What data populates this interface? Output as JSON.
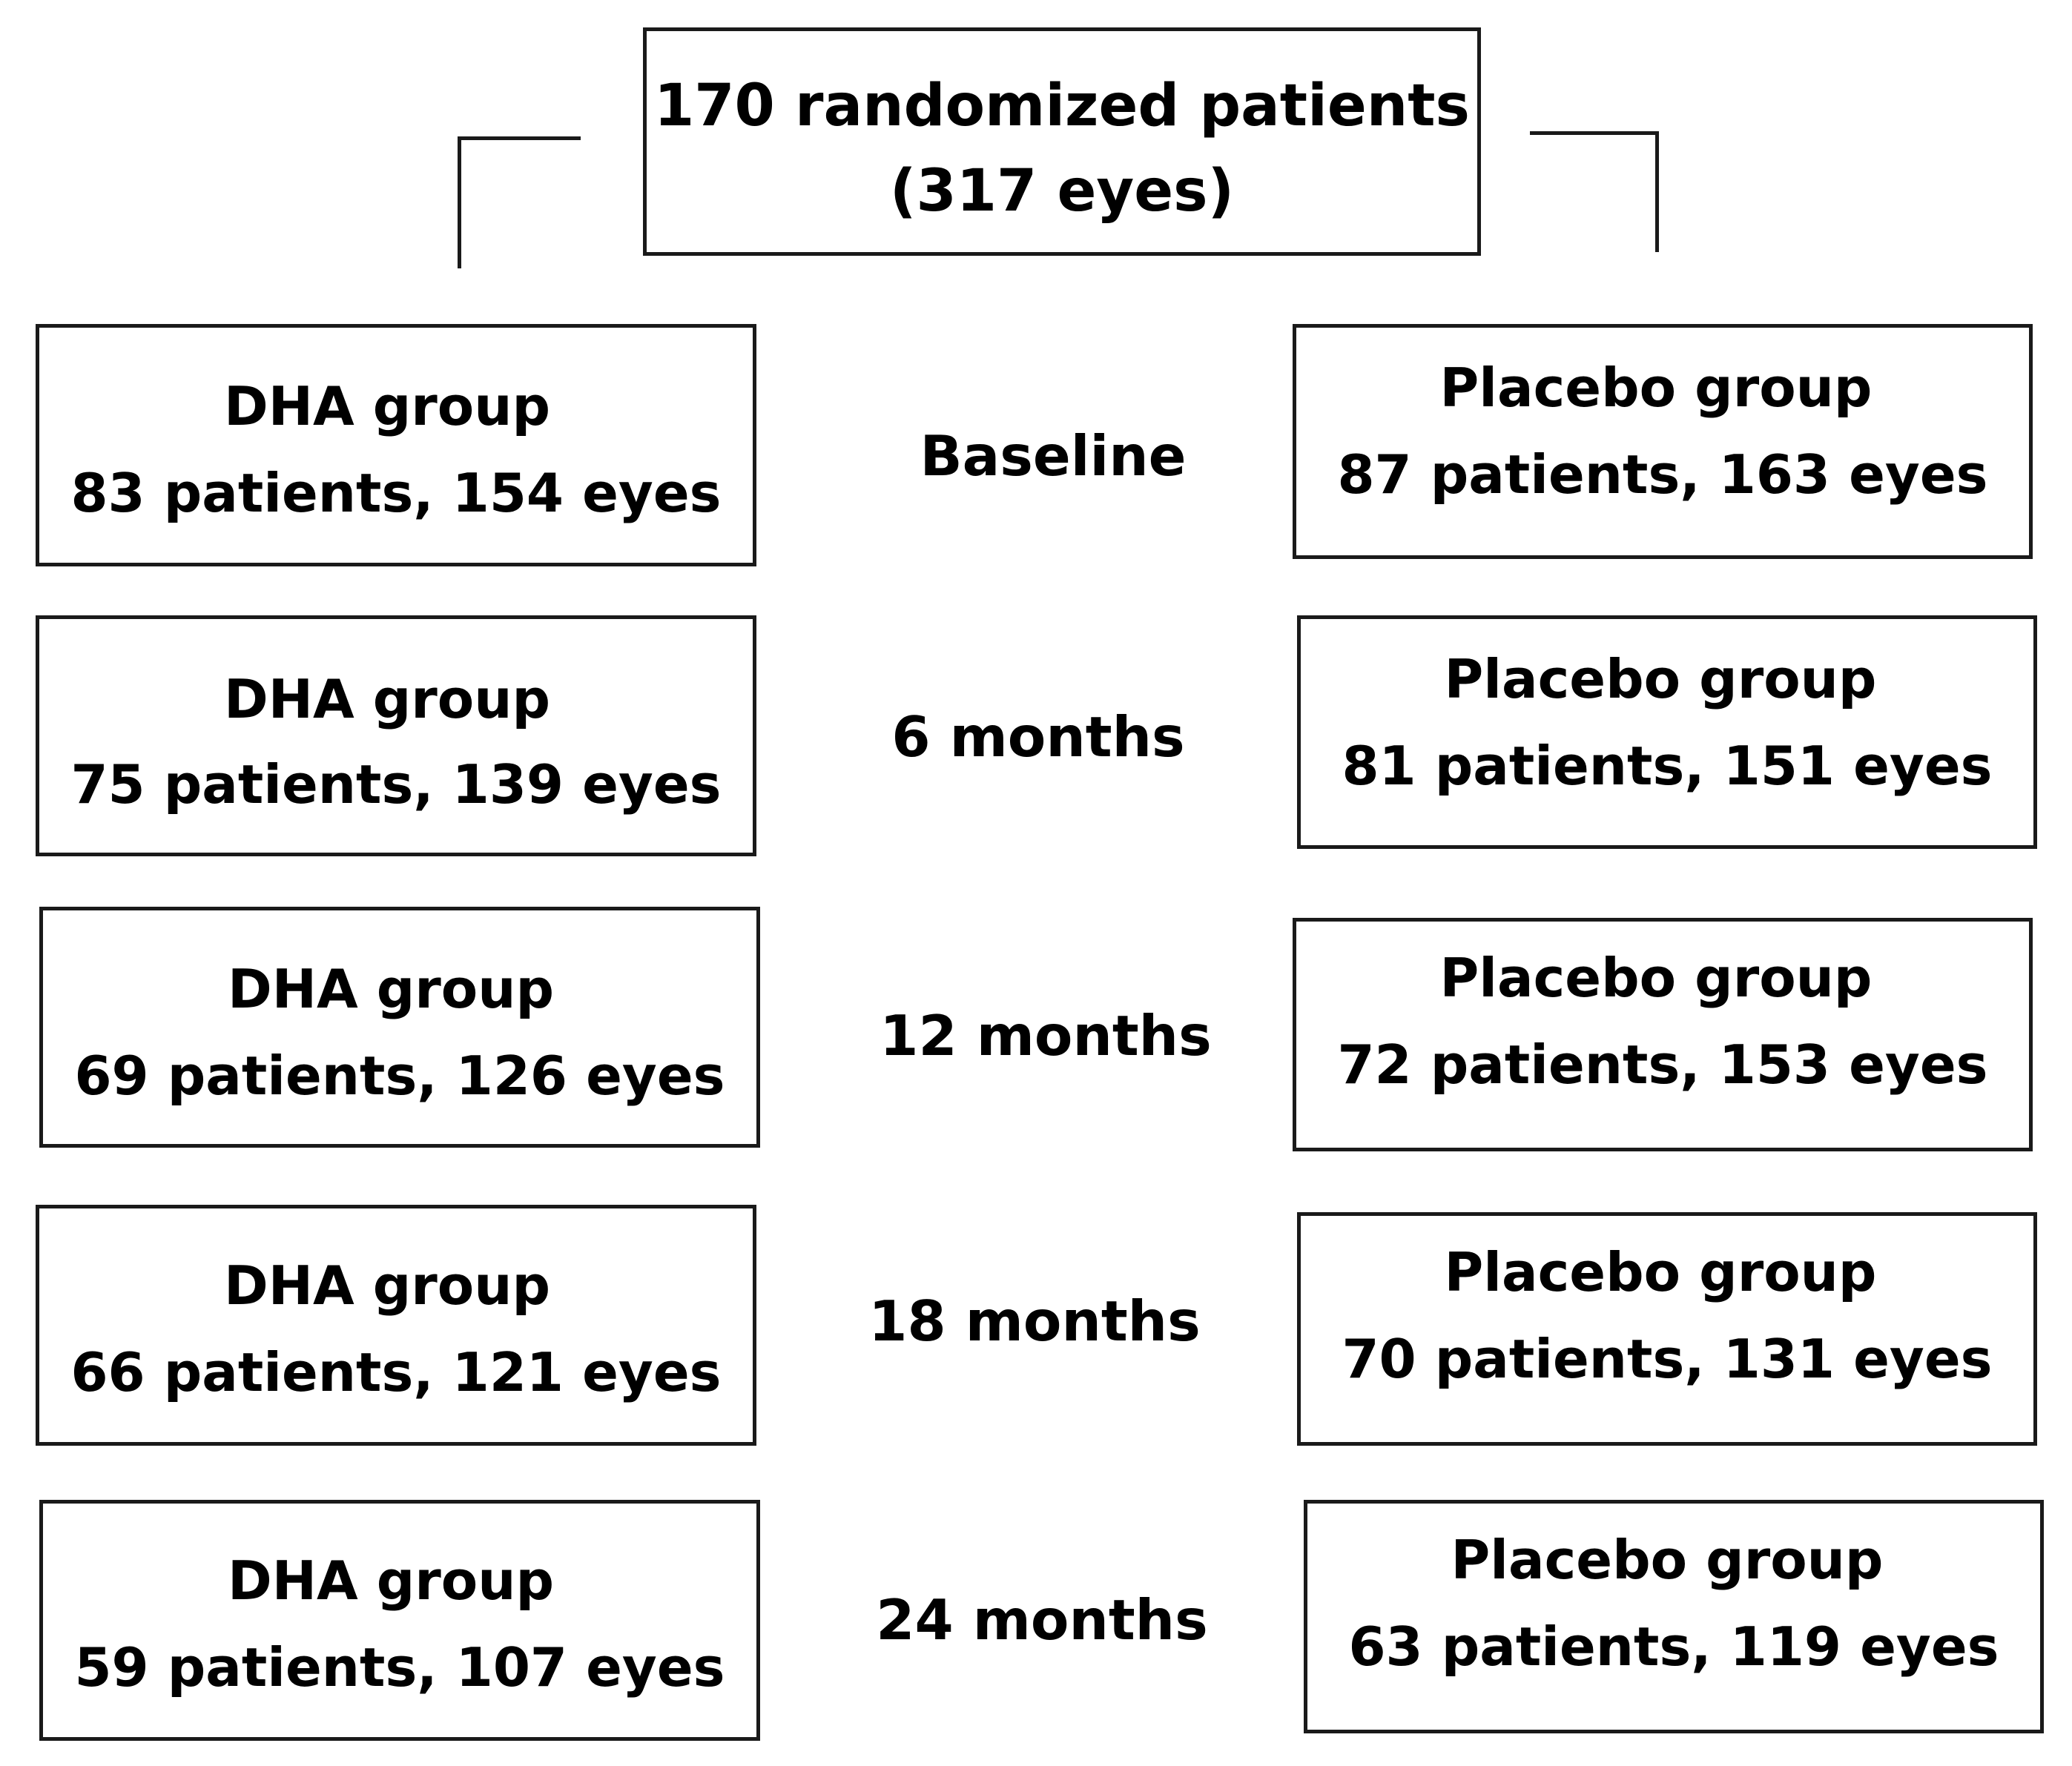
{
  "root": {
    "line1": "170 randomized patients",
    "line2": "(317 eyes)"
  },
  "rows": [
    {
      "time": "Baseline",
      "dha": {
        "title": "DHA group",
        "detail": "83 patients, 154 eyes"
      },
      "placebo": {
        "title": "Placebo group",
        "detail": "87 patients, 163 eyes"
      }
    },
    {
      "time": "6 months",
      "dha": {
        "title": "DHA group",
        "detail": "75 patients, 139 eyes"
      },
      "placebo": {
        "title": "Placebo group",
        "detail": "81 patients, 151 eyes"
      }
    },
    {
      "time": "12 months",
      "dha": {
        "title": "DHA group",
        "detail": "69 patients, 126 eyes"
      },
      "placebo": {
        "title": "Placebo group",
        "detail": "72 patients, 153 eyes"
      }
    },
    {
      "time": "18 months",
      "dha": {
        "title": "DHA group",
        "detail": "66 patients, 121 eyes"
      },
      "placebo": {
        "title": "Placebo group",
        "detail": "70 patients, 131 eyes"
      }
    },
    {
      "time": "24 months",
      "dha": {
        "title": "DHA group",
        "detail": "59 patients, 107 eyes"
      },
      "placebo": {
        "title": "Placebo group",
        "detail": "63 patients, 119 eyes"
      }
    }
  ]
}
